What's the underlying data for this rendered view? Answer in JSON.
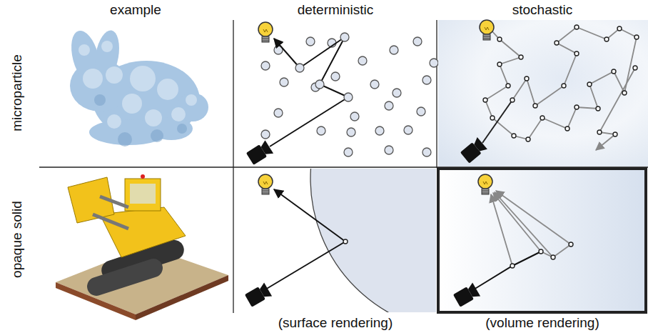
{
  "diagram": {
    "labels": [
      "example",
      "deterministic",
      "stochastic",
      "microparticle",
      "opaque solid",
      "(surface rendering)",
      "(volume rendering)"
    ]
  }
}
